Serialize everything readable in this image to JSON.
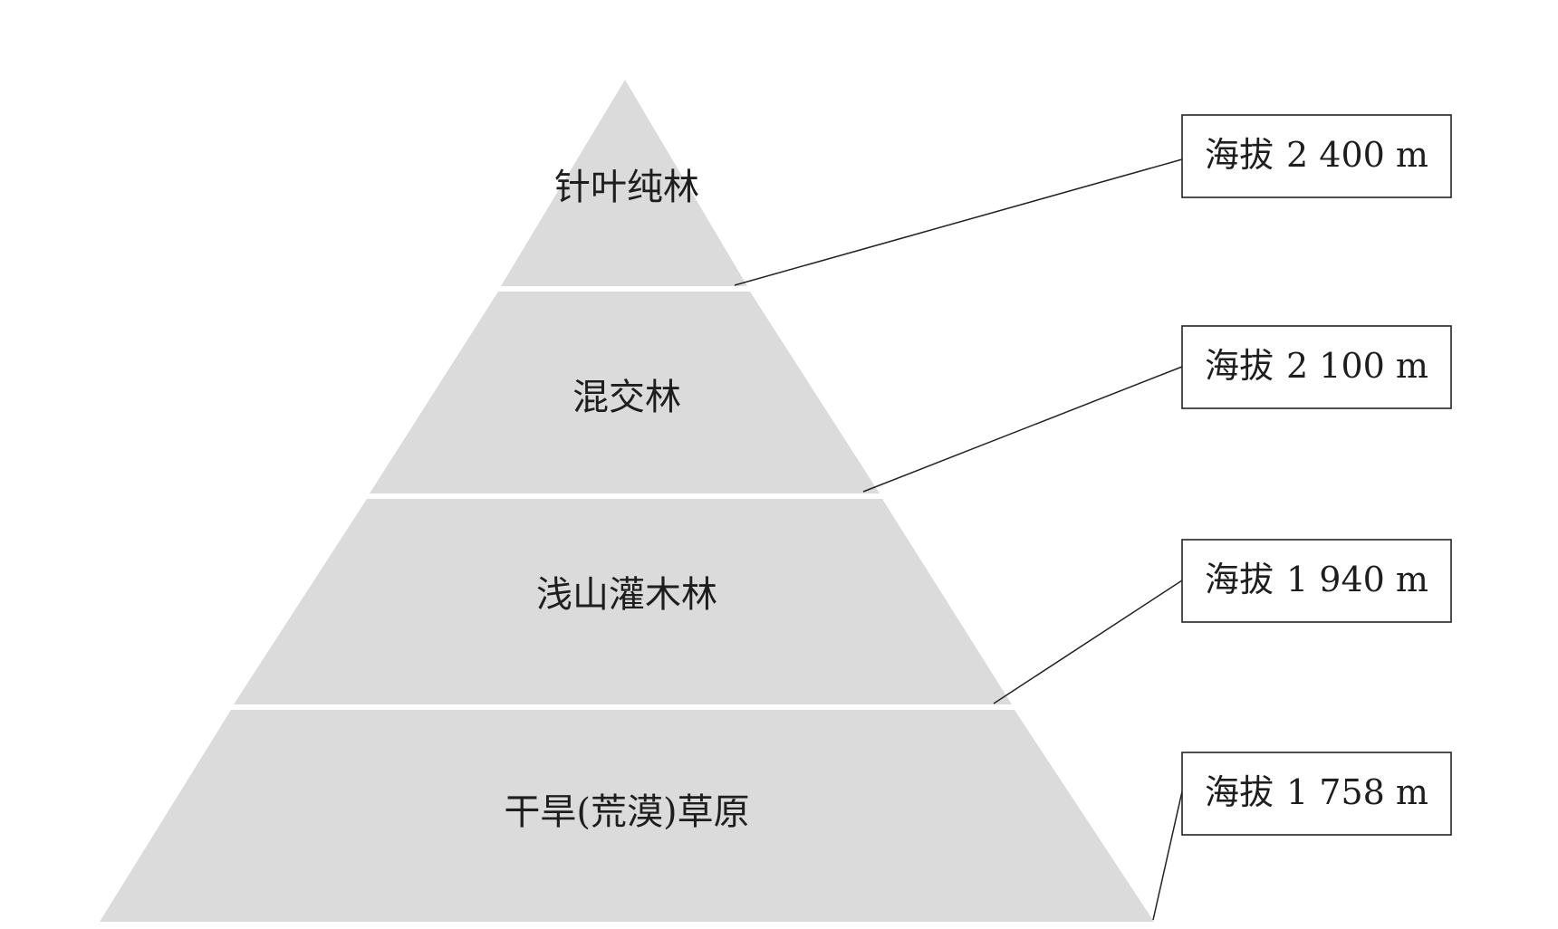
{
  "tiers": [
    {
      "label": "针叶纯林"
    },
    {
      "label": "混交林"
    },
    {
      "label": "浅山灌木林"
    },
    {
      "label": "干旱(荒漠)草原"
    }
  ],
  "callouts": [
    {
      "label": "海拔",
      "value": "2 400 m"
    },
    {
      "label": "海拔",
      "value": "2 100 m"
    },
    {
      "label": "海拔",
      "value": "1 940 m"
    },
    {
      "label": "海拔",
      "value": "1 758 m"
    }
  ],
  "colors": {
    "tier_fill": "#dcdbdb",
    "line": "#222222",
    "text": "#1e1e1e"
  }
}
